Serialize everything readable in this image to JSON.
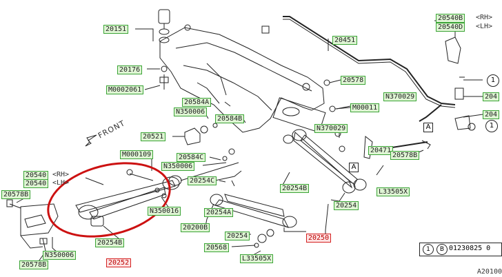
{
  "labels": {
    "p20151": "20151",
    "p20176": "20176",
    "m0002061": "M0002061",
    "p20584a": "20584A",
    "n350006_a": "N350006",
    "p20584b": "20584B",
    "p20521": "20521",
    "p20584c": "20584C",
    "n350006_b": "N350006",
    "m000109": "M000109",
    "p20540_rh": "20540",
    "p20540_lh": "20540",
    "rh_tag": "<RH>",
    "lh_tag": "<LH>",
    "p20578_l": "20578B",
    "p20254c": "20254C",
    "n350016": "N350016",
    "p20254b": "20254B",
    "n350006_c": "N350006",
    "p20578_bl": "20578B",
    "p20252": "20252",
    "p20254a": "20254A",
    "p20200b": "20200B",
    "p20254_a": "20254",
    "p20568": "20568",
    "l33505x_b": "L33505X",
    "p20254b_r": "20254B",
    "p20254_b": "20254",
    "p20250": "20250",
    "p20451": "20451",
    "p20578_top": "20578",
    "n370029_a": "N370029",
    "m00011": "M00011",
    "n370029_b": "N370029",
    "p20471": "20471",
    "p20578_r": "20578B",
    "l33505x_r": "L33505X",
    "p20540_trh": "20540B",
    "p20540_tlh": "20540D",
    "trh_tag": "<RH>",
    "tlh_tag": "<LH>",
    "p204_a": "204",
    "p204_b": "204"
  },
  "front_text": "FRONT",
  "callouts": {
    "c1a": "1",
    "c1b": "1",
    "boxA1": "A",
    "boxA2": "A"
  },
  "legend": {
    "circle1": "1",
    "circle2": "B",
    "code": "01230825 0"
  },
  "reference": "A20100"
}
